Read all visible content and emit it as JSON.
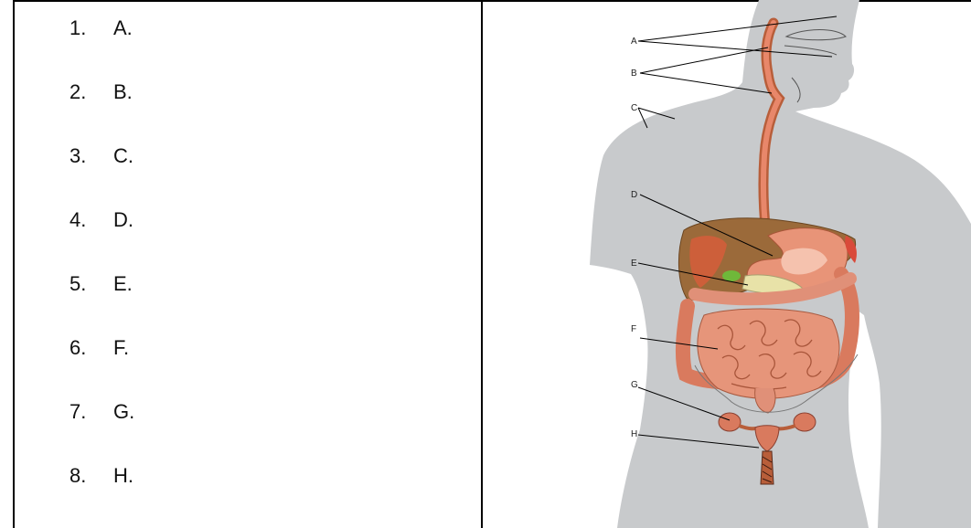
{
  "list": [
    {
      "num": "1.",
      "text": "A."
    },
    {
      "num": "2.",
      "text": "B."
    },
    {
      "num": "3.",
      "text": "C."
    },
    {
      "num": "4.",
      "text": "D."
    },
    {
      "num": "5.",
      "text": "E."
    },
    {
      "num": "6.",
      "text": "F."
    },
    {
      "num": "7.",
      "text": "G."
    },
    {
      "num": "8.",
      "text": "H."
    }
  ],
  "diagram": {
    "labels": [
      "A",
      "B",
      "C",
      "D",
      "E",
      "F",
      "G",
      "H"
    ]
  }
}
